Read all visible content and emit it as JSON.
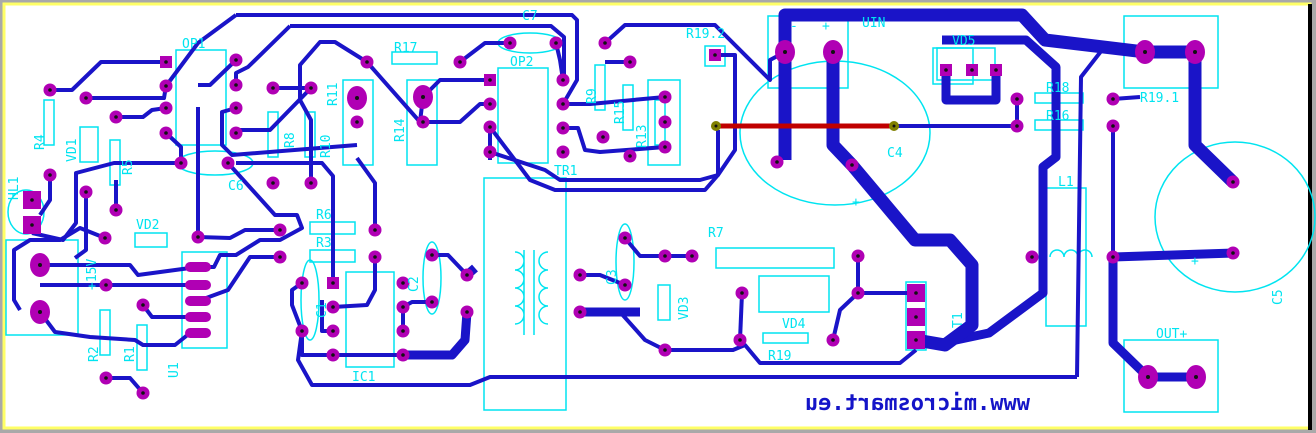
{
  "board": {
    "watermark": "www.microsmart.eu",
    "colors": {
      "background": "#ffffff",
      "border": "#ffff66",
      "trace": "#1a14c8",
      "pad": "#b000b4",
      "silkscreen": "#00e4f0",
      "jumper": "#c00000",
      "via": "#808000"
    }
  },
  "labels": {
    "hl1": "HL1",
    "r4": "R4",
    "vd1": "VD1",
    "r5": "R5",
    "vd2": "VD2",
    "op1": "OP1",
    "c6": "C6",
    "r8": "R8",
    "r10": "R10",
    "r11": "R11",
    "r17": "R17",
    "r14": "R14",
    "c7": "C7",
    "op2": "OP2",
    "r9": "R9",
    "r15": "R15",
    "r13": "R13",
    "tr1": "TR1",
    "r6": "R6",
    "r3": "R3",
    "c1": "C1",
    "c2": "C2",
    "ic1": "IC1",
    "r2": "R2",
    "r1": "R1",
    "u1": "U1",
    "v15": "+15V",
    "c3": "C3",
    "r7": "R7",
    "vd3": "VD3",
    "vd4": "VD4",
    "r19": "R19",
    "t1": "T1",
    "r19_2": "R19.2",
    "uin": "UIN",
    "uin_minus": "-",
    "uin_plus": "+",
    "vd5": "VD5",
    "c4": "C4",
    "c4_plus": "+",
    "r18": "R18",
    "r16": "R16",
    "r19_1": "R19.1",
    "l1": "L1",
    "c5": "C5",
    "c5_plus": "+",
    "out": "OUT+"
  }
}
